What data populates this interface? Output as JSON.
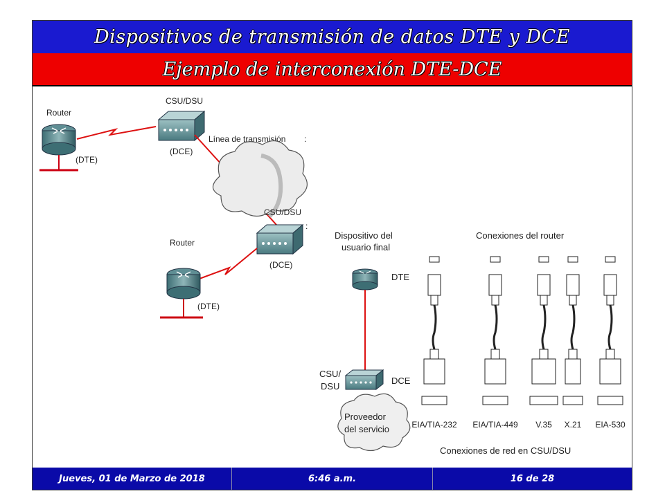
{
  "slide": {
    "title": "Dispositivos de transmisión de datos DTE y DCE",
    "subtitle": "Ejemplo de interconexión DTE-DCE"
  },
  "diagram_left": {
    "router_top_label": "Router",
    "router_top_role": "(DTE)",
    "csu_top_label": "CSU/DSU",
    "csu_top_role": "(DCE)",
    "line_label": "Línea de transmisión",
    "csu_bottom_label": "CSU/DSU",
    "csu_bottom_role": "(DCE)",
    "router_bottom_label": "Router",
    "router_bottom_role": "(DTE)"
  },
  "diagram_right": {
    "end_device_label_1": "Dispositivo del",
    "end_device_label_2": "usuario final",
    "router_conn_label": "Conexiones del router",
    "dte_label": "DTE",
    "dce_label": "DCE",
    "csu_label_1": "CSU/",
    "csu_label_2": "DSU",
    "provider_label_1": "Proveedor",
    "provider_label_2": "del servicio",
    "connectors": [
      "EIA/TIA-232",
      "EIA/TIA-449",
      "V.35",
      "X.21",
      "EIA-530"
    ],
    "network_conn_label": "Conexiones de red en CSU/DSU"
  },
  "footer": {
    "date": "Jueves, 01 de Marzo de 2018",
    "time": "6:46 a.m.",
    "page": "16 de 28"
  },
  "colors": {
    "title_bg": "#1a1ad0",
    "subtitle_bg": "#ee0000",
    "footer_bg": "#0a0aa8",
    "link_red": "#dd1111",
    "device_teal": "#4a7a80"
  }
}
